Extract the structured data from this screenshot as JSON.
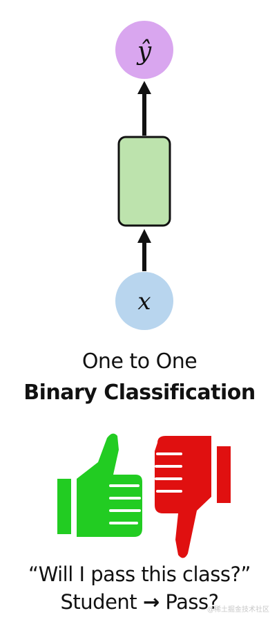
{
  "diagram": {
    "output_label": "ŷ",
    "input_label": "x",
    "colors": {
      "output_node": "#d9a6ef",
      "hidden_cell": "#bde3ad",
      "input_node": "#b8d5ee",
      "arrow": "#111111",
      "thumb_up": "#22cc22",
      "thumb_down": "#e01010"
    }
  },
  "captions": {
    "subtitle": "One to One",
    "title": "Binary Classification",
    "question": "“Will I pass this class?”",
    "example_left": "Student",
    "example_arrow": "→",
    "example_right": "Pass?"
  },
  "watermark": "@稀土掘金技术社区"
}
